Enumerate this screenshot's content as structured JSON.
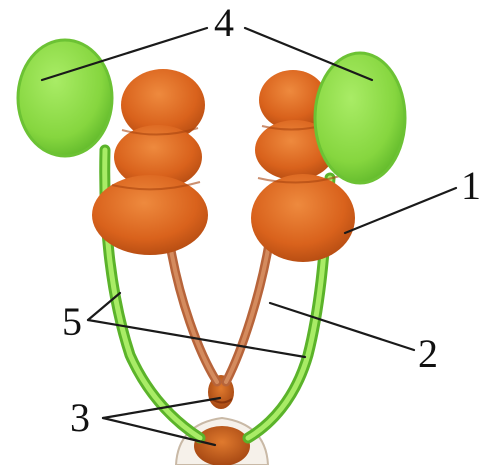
{
  "labels": {
    "n1": "1",
    "n2": "2",
    "n3": "3",
    "n4": "4",
    "n5": "5"
  },
  "colors": {
    "background": "#ffffff",
    "green_fill": "#8fdc4a",
    "green_outline": "#5bb32a",
    "orange_fill": "#d9621c",
    "orange_dark": "#b24a12",
    "duct_fill": "#c9794e",
    "leader_line": "#1a1a1a"
  }
}
